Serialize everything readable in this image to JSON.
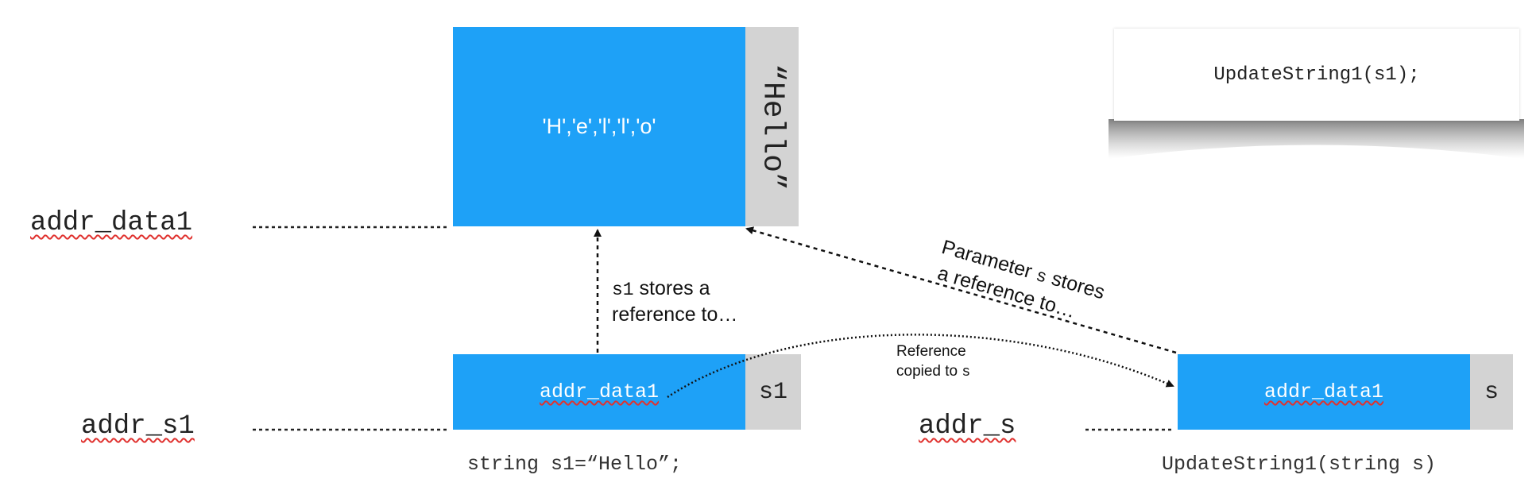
{
  "heap_block": {
    "chars_label": "'H','e','l','l','o'",
    "string_label": "“Hello”"
  },
  "memory_addresses": {
    "addr_data1": "addr_data1",
    "addr_s1": "addr_s1",
    "addr_s": "addr_s"
  },
  "var_s1": {
    "value": "addr_data1",
    "name": "s1",
    "caption": "string s1=“Hello”;"
  },
  "var_s": {
    "value": "addr_data1",
    "name": "s",
    "caption": "UpdateString1(string s)"
  },
  "annotations": {
    "s1_stores_code": "s1",
    "s1_stores_text": " stores a",
    "s1_stores_line2": "reference to…",
    "param_line1_a": "Parameter ",
    "param_line1_code": "s",
    "param_line1_b": " stores",
    "param_line2": "a reference to…",
    "ref_copied_line1": "Reference",
    "ref_copied_line2_a": "copied to ",
    "ref_copied_line2_code": "s"
  },
  "call_note": {
    "code": "UpdateString1(s1);"
  },
  "colors": {
    "block_blue": "#1ea1f7",
    "label_grey": "#d3d3d3",
    "spell_underline": "#e0322f"
  }
}
